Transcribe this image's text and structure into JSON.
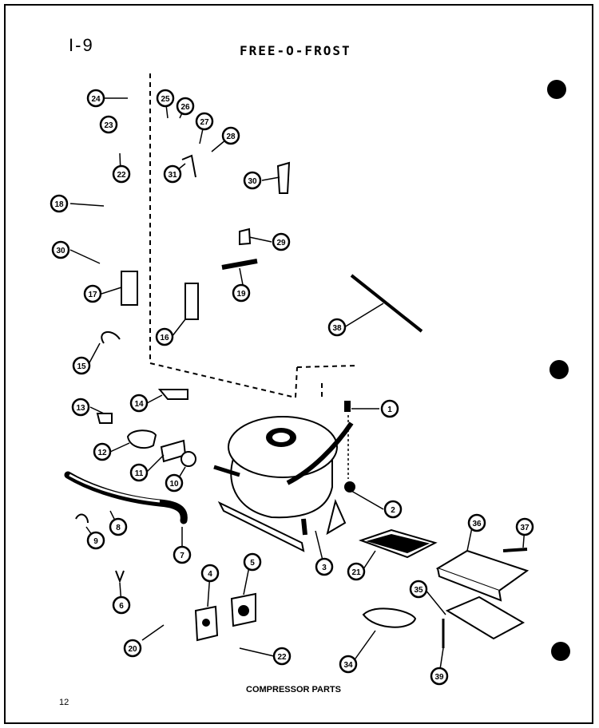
{
  "header": {
    "section": "I-9",
    "title": "FREE-O-FROST"
  },
  "footer": {
    "caption": "COMPRESSOR PARTS",
    "page_number": "12"
  },
  "callouts": [
    {
      "label": "1"
    },
    {
      "label": "2"
    },
    {
      "label": "3"
    },
    {
      "label": "4"
    },
    {
      "label": "5"
    },
    {
      "label": "6"
    },
    {
      "label": "7"
    },
    {
      "label": "8"
    },
    {
      "label": "9"
    },
    {
      "label": "10"
    },
    {
      "label": "11"
    },
    {
      "label": "12"
    },
    {
      "label": "13"
    },
    {
      "label": "14"
    },
    {
      "label": "15"
    },
    {
      "label": "16"
    },
    {
      "label": "17"
    },
    {
      "label": "18"
    },
    {
      "label": "19"
    },
    {
      "label": "20"
    },
    {
      "label": "21"
    },
    {
      "label": "22"
    },
    {
      "label": "22"
    },
    {
      "label": "23"
    },
    {
      "label": "24"
    },
    {
      "label": "25"
    },
    {
      "label": "26"
    },
    {
      "label": "27"
    },
    {
      "label": "28"
    },
    {
      "label": "29"
    },
    {
      "label": "30"
    },
    {
      "label": "30"
    },
    {
      "label": "31"
    },
    {
      "label": "34"
    },
    {
      "label": "35"
    },
    {
      "label": "36"
    },
    {
      "label": "37"
    },
    {
      "label": "38"
    },
    {
      "label": "39"
    }
  ]
}
